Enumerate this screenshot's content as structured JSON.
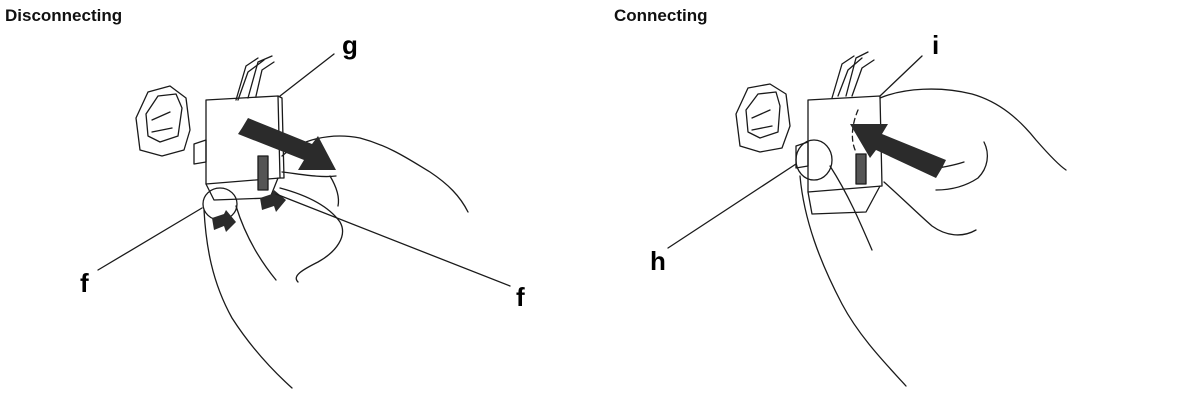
{
  "panels": {
    "left": {
      "title": "Disconnecting",
      "callouts": [
        "g",
        "f",
        "f"
      ]
    },
    "right": {
      "title": "Connecting",
      "callouts": [
        "i",
        "h"
      ]
    }
  },
  "colors": {
    "line": "#1a1a1a",
    "arrow": "#2b2b2b",
    "text": "#000000"
  }
}
